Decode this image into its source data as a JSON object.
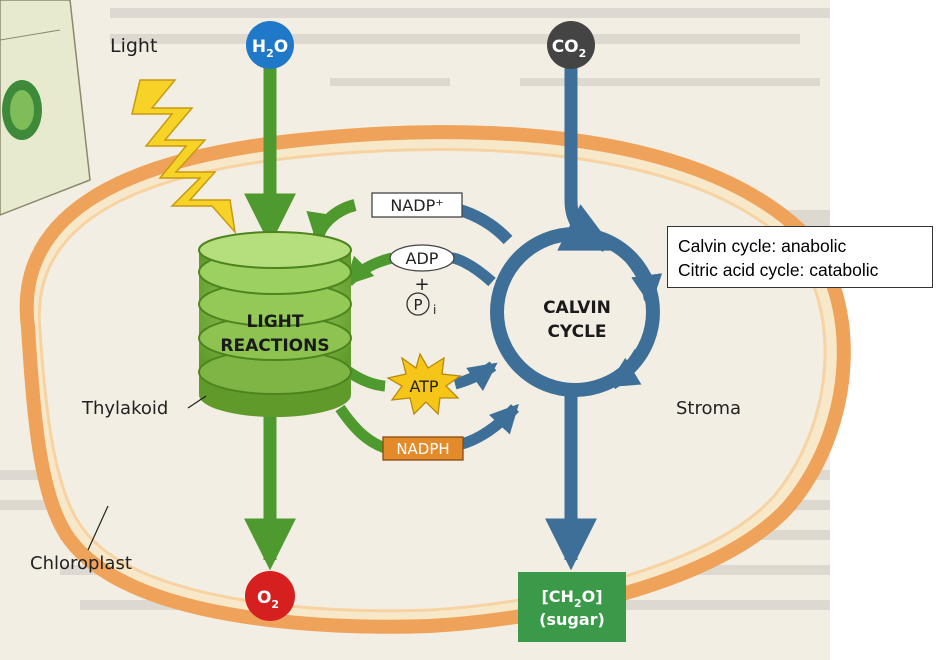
{
  "diagram": {
    "inputs": {
      "light": "Light",
      "water": {
        "base": "H",
        "sub": "2",
        "tail": "O"
      },
      "co2": {
        "base": "CO",
        "sub": "2"
      }
    },
    "outputs": {
      "oxygen": {
        "base": "O",
        "sub": "2"
      },
      "sugar": {
        "line1_a": "[CH",
        "line1_sub": "2",
        "line1_b": "O]",
        "line2": "(sugar)"
      }
    },
    "light_reactions": {
      "line1": "LIGHT",
      "line2": "REACTIONS"
    },
    "calvin_cycle": {
      "line1": "CALVIN",
      "line2": "CYCLE"
    },
    "molecules": {
      "nadp_plus": "NADP⁺",
      "adp": "ADP",
      "plus": "+",
      "pi_letter": "P",
      "pi_sub": "i",
      "atp": "ATP",
      "nadph": "NADPH"
    },
    "labels": {
      "thylakoid": "Thylakoid",
      "stroma": "Stroma",
      "chloroplast": "Chloroplast"
    },
    "colors": {
      "green_arrow": "#4f9a2e",
      "blue_arrow": "#3d6f98",
      "water_node": "#1f78c8",
      "co2_node": "#444444",
      "oxygen_node": "#d62020",
      "sugar_box": "#3b9a4a",
      "membrane": "#f0a860",
      "background": "#f3eee3",
      "atp_star": "#f5c518",
      "nadph_box": "#e38a2a"
    }
  },
  "callout": {
    "line1": "Calvin cycle: anabolic",
    "line2": "Citric acid cycle: catabolic"
  }
}
